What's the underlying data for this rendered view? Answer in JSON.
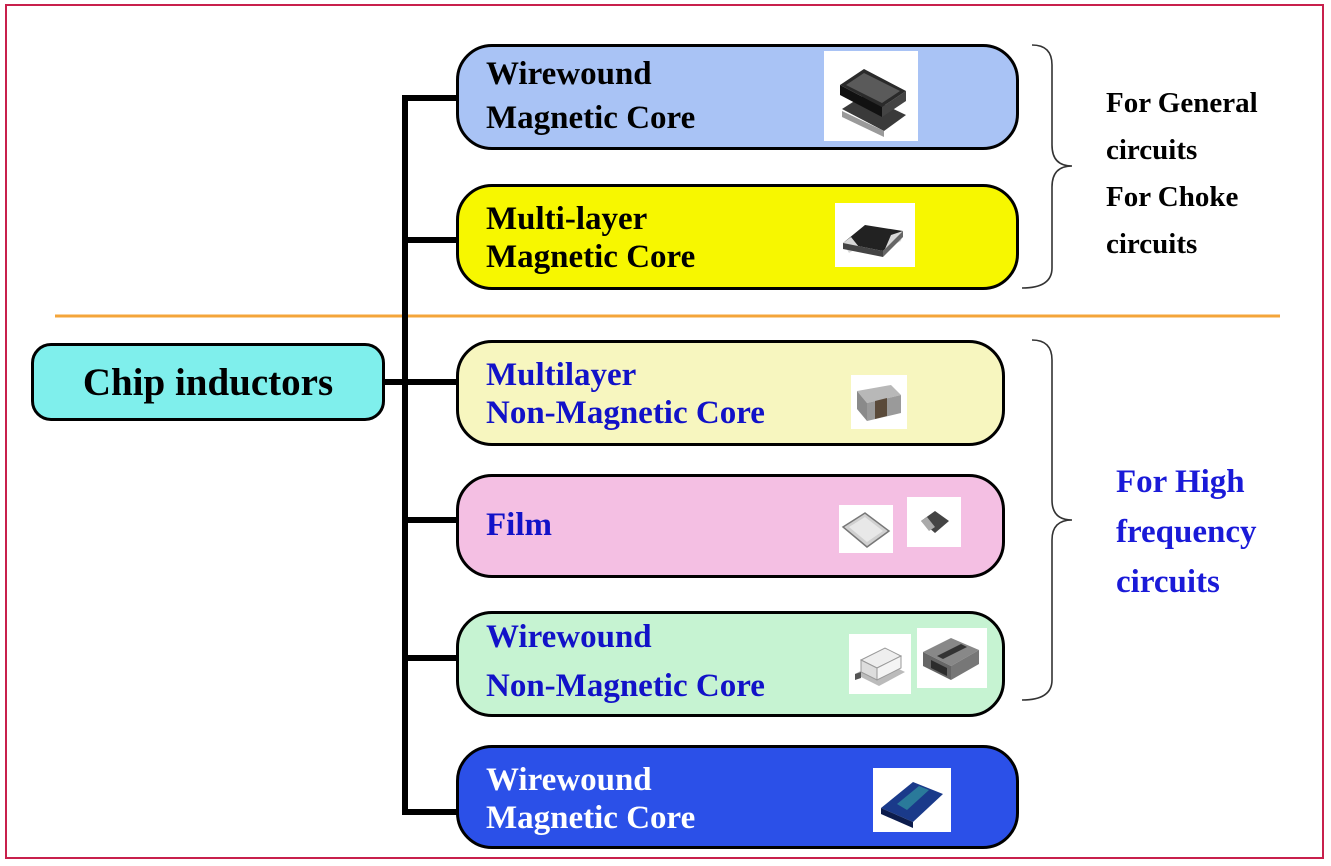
{
  "root": {
    "label": "Chip inductors",
    "color": "#7fefec"
  },
  "groups": [
    {
      "note": [
        "For General",
        "circuits",
        "For Choke",
        "circuits"
      ],
      "color": "#000000"
    },
    {
      "note": [
        "For High",
        "frequency",
        "circuits"
      ],
      "color": "#1a1ad8"
    }
  ],
  "categories": [
    {
      "line1": "Wirewound",
      "line2": "Magnetic Core",
      "fill": "#a9c3f5",
      "text_color": "#000000",
      "icon": "wirewound-ferrite-inductor"
    },
    {
      "line1": "Multi-layer",
      "line2": "Magnetic Core",
      "fill": "#f7f700",
      "text_color": "#000000",
      "icon": "multilayer-chip-inductor"
    },
    {
      "line1": "Multilayer",
      "line2": "Non-Magnetic Core",
      "fill": "#f7f6bf",
      "text_color": "#1212c8",
      "icon": "multilayer-chip-inductor"
    },
    {
      "line1": "Film",
      "line2": "",
      "fill": "#f4bfe3",
      "text_color": "#1212c8",
      "icon": "film-chip-inductor"
    },
    {
      "line1": "Wirewound",
      "line2": "Non-Magnetic Core",
      "fill": "#c6f3d2",
      "text_color": "#1212c8",
      "icon": "wirewound-ceramic-inductor"
    },
    {
      "line1": "Wirewound",
      "line2": "Magnetic Core",
      "fill": "#2b50e8",
      "text_color": "#ffffff",
      "icon": "wirewound-ferrite-inductor"
    }
  ],
  "divider_color": "#f4a53a",
  "frame_color": "#c8204c"
}
